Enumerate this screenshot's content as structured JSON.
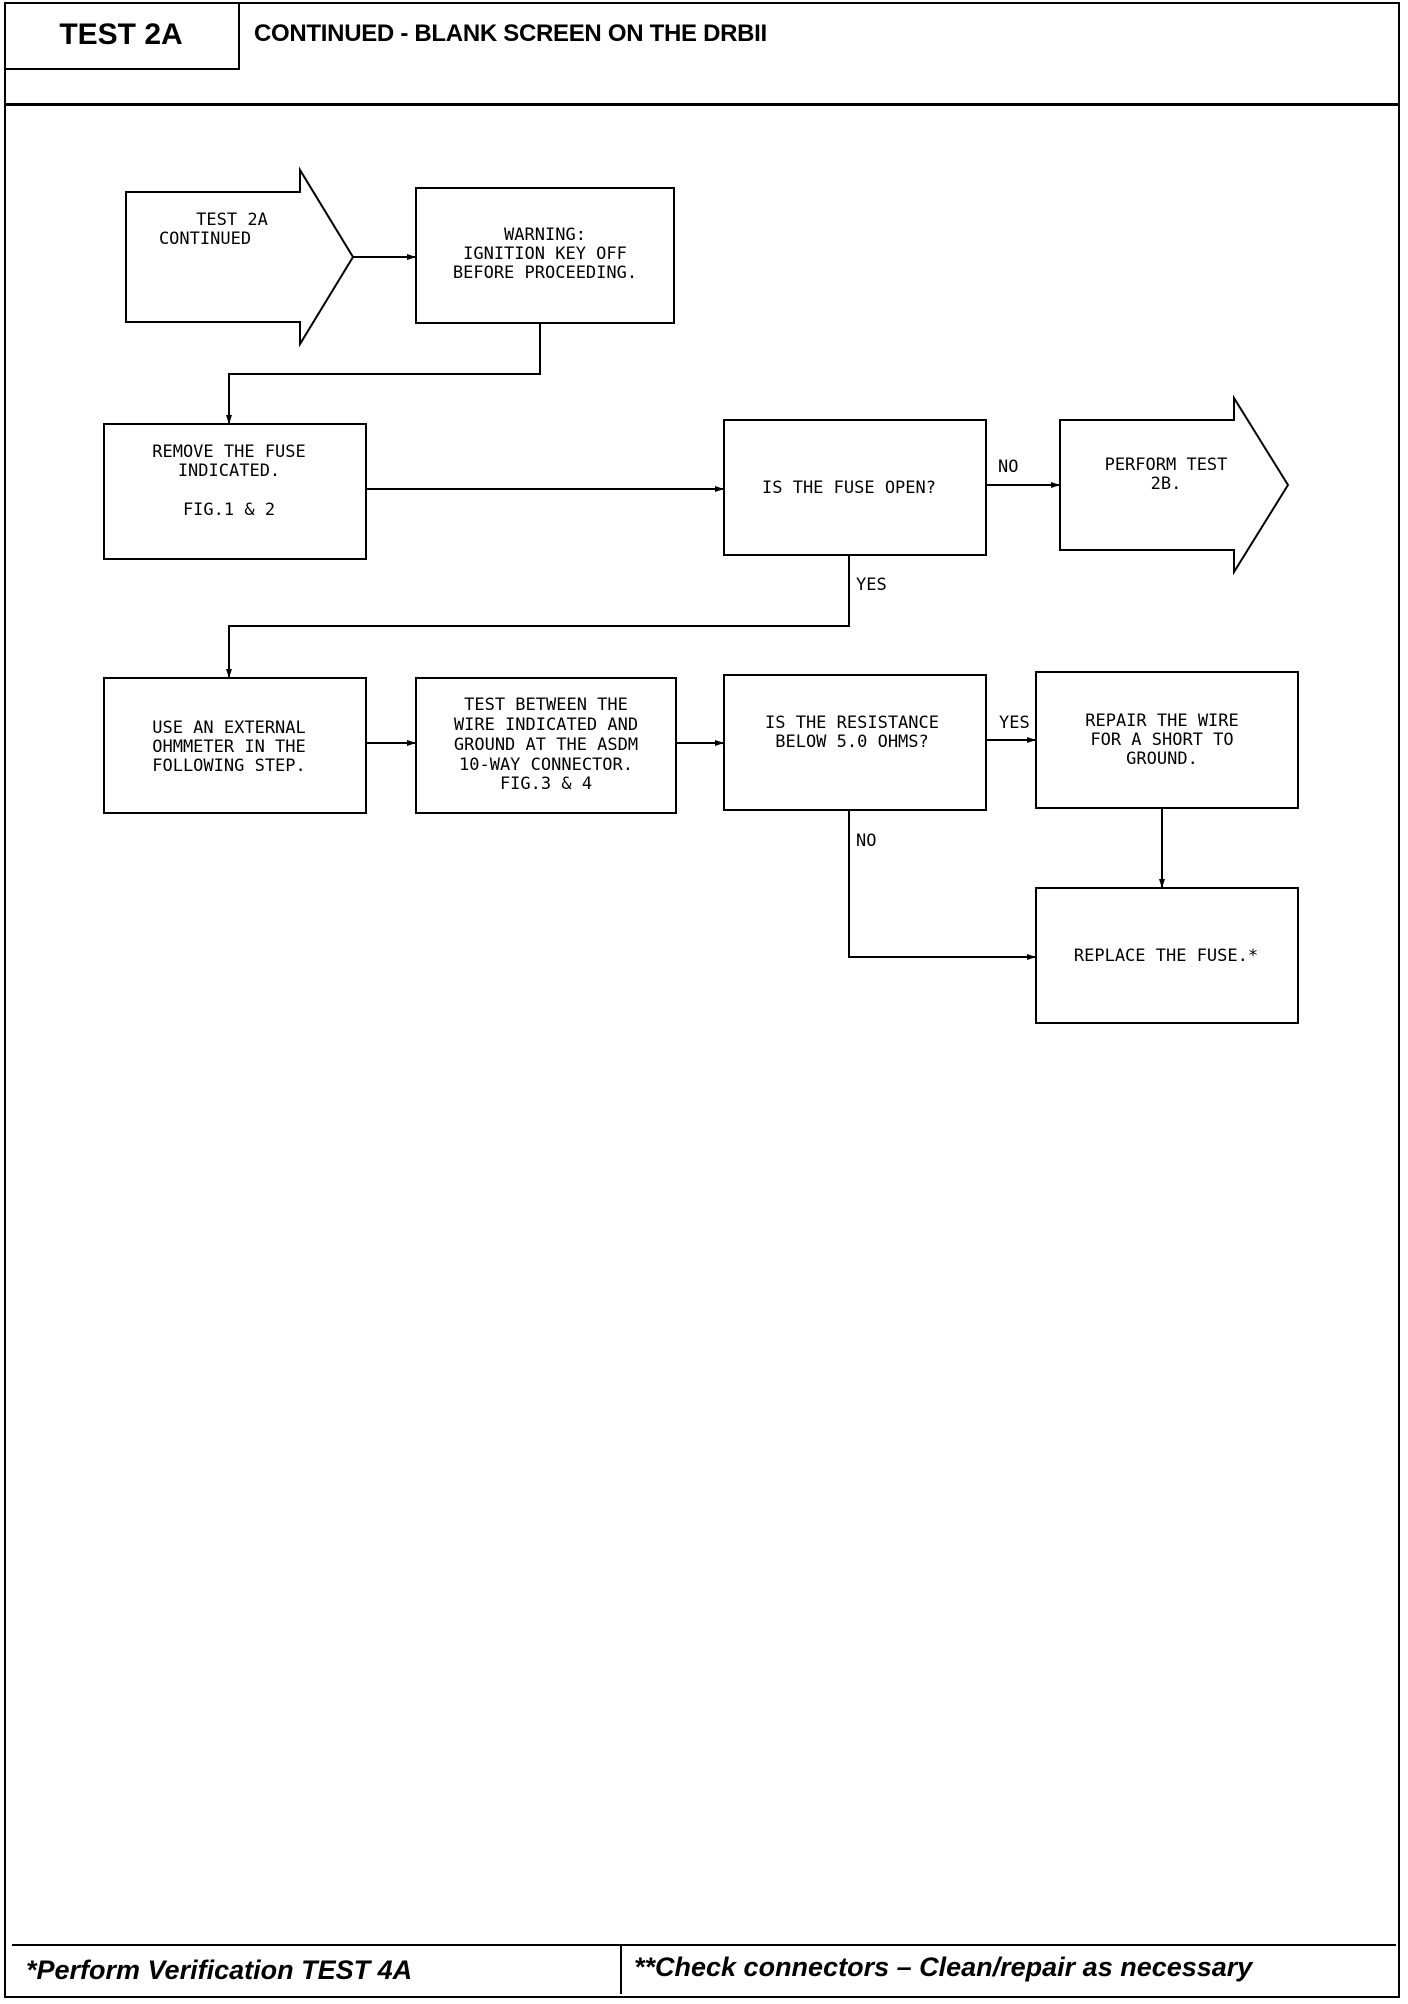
{
  "header": {
    "test_id": "TEST 2A",
    "title": "CONTINUED - BLANK SCREEN ON THE DRBII"
  },
  "footer": {
    "left_note": "*Perform Verification TEST 4A",
    "right_note": "**Check connectors – Clean/repair as necessary"
  },
  "flowchart": {
    "nodes": {
      "start": {
        "shape": "arrow",
        "lines": [
          "TEST 2A",
          "CONTINUED"
        ]
      },
      "warning": {
        "shape": "box",
        "lines": [
          "WARNING:",
          "IGNITION KEY OFF",
          "BEFORE PROCEEDING."
        ]
      },
      "remove_fuse": {
        "shape": "box",
        "lines": [
          "REMOVE THE FUSE",
          "INDICATED.",
          "",
          "FIG.1 & 2"
        ]
      },
      "fuse_open": {
        "shape": "box",
        "lines": [
          "IS THE FUSE OPEN?"
        ]
      },
      "perform_2b": {
        "shape": "arrow",
        "lines": [
          "PERFORM TEST",
          "2B."
        ]
      },
      "use_ohmmeter": {
        "shape": "box",
        "lines": [
          "USE AN EXTERNAL",
          "OHMMETER IN THE",
          "FOLLOWING STEP."
        ]
      },
      "test_between": {
        "shape": "box",
        "lines": [
          "TEST BETWEEN THE",
          "WIRE INDICATED AND",
          "GROUND AT THE ASDM",
          "10-WAY CONNECTOR.",
          "FIG.3 & 4"
        ]
      },
      "resistance_below": {
        "shape": "box",
        "lines": [
          "IS THE RESISTANCE",
          "BELOW 5.0 OHMS?"
        ]
      },
      "repair_wire": {
        "shape": "box",
        "lines": [
          "REPAIR THE WIRE",
          "FOR A SHORT TO",
          "GROUND."
        ]
      },
      "replace_fuse": {
        "shape": "box",
        "lines": [
          "REPLACE THE FUSE.*"
        ]
      }
    },
    "edge_labels": {
      "fuse_open_no": "NO",
      "fuse_open_yes": "YES",
      "resistance_yes": "YES",
      "resistance_no": "NO"
    }
  }
}
